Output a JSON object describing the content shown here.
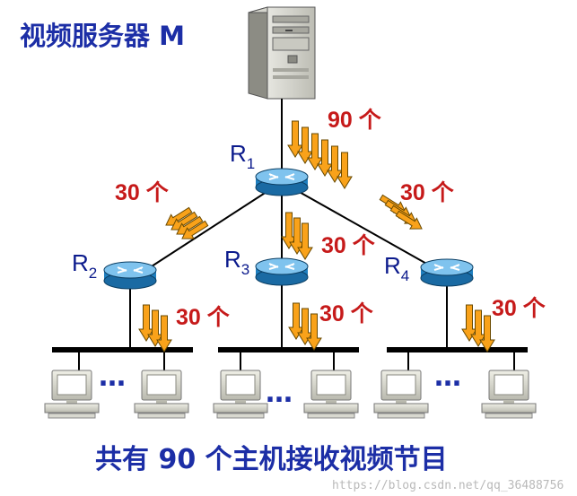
{
  "diagram": {
    "title": "视频服务器 M",
    "routers": [
      {
        "id": "R1",
        "name": "R",
        "sub": "1"
      },
      {
        "id": "R2",
        "name": "R",
        "sub": "2"
      },
      {
        "id": "R3",
        "name": "R",
        "sub": "3"
      },
      {
        "id": "R4",
        "name": "R",
        "sub": "4"
      }
    ],
    "flows": {
      "server_to_r1": "90 个",
      "r1_to_r2": "30 个",
      "r1_to_r3": "30 个",
      "r1_to_r4": "30 个",
      "r2_to_lan": "30 个",
      "r3_to_lan": "30 个",
      "r4_to_lan": "30 个"
    },
    "ellipsis": "…",
    "footer": "共有 90 个主机接收视频节目",
    "watermark": "https://blog.csdn.net/qq_36488756"
  }
}
